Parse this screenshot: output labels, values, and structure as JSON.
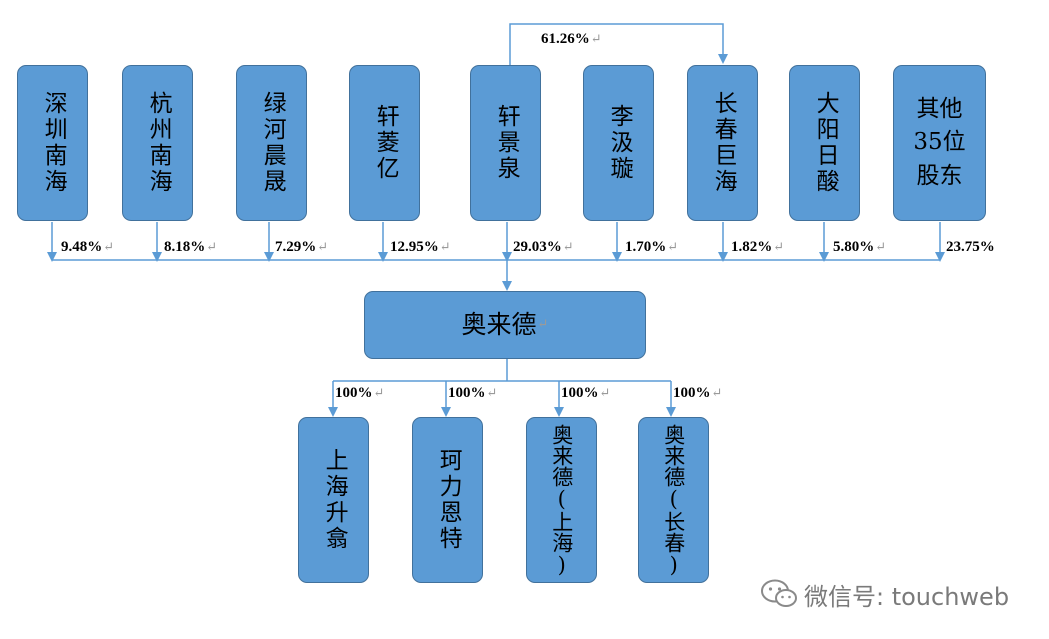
{
  "return_mark": "↵",
  "shareholders": [
    {
      "name": "深圳南海",
      "pct": "9.48%"
    },
    {
      "name": "杭州南海",
      "pct": "8.18%"
    },
    {
      "name": "绿河晨晟",
      "pct": "7.29%"
    },
    {
      "name": "轩菱亿",
      "pct": "12.95%"
    },
    {
      "name": "轩景泉",
      "pct": "29.03%"
    },
    {
      "name": "李汲璇",
      "pct": "1.70%"
    },
    {
      "name": "长春巨海",
      "pct": "1.82%"
    },
    {
      "name": "大阳日酸",
      "pct": "5.80%"
    },
    {
      "name": "其他\n35位\n股东",
      "pct": "23.75%"
    }
  ],
  "cross_holding": {
    "pct": "61.26%"
  },
  "company": {
    "name": "奥来德"
  },
  "subsidiaries": [
    {
      "name": "上海升翕",
      "pct": "100%"
    },
    {
      "name": "珂力恩特",
      "pct": "100%"
    },
    {
      "name": "奥来德(上海)",
      "pct": "100%"
    },
    {
      "name": "奥来德(长春)",
      "pct": "100%"
    }
  ],
  "watermark": {
    "text": "微信号: touchweb"
  },
  "colors": {
    "box_fill": "#5b9bd5",
    "box_border": "#41719c",
    "line": "#5b9bd5"
  }
}
